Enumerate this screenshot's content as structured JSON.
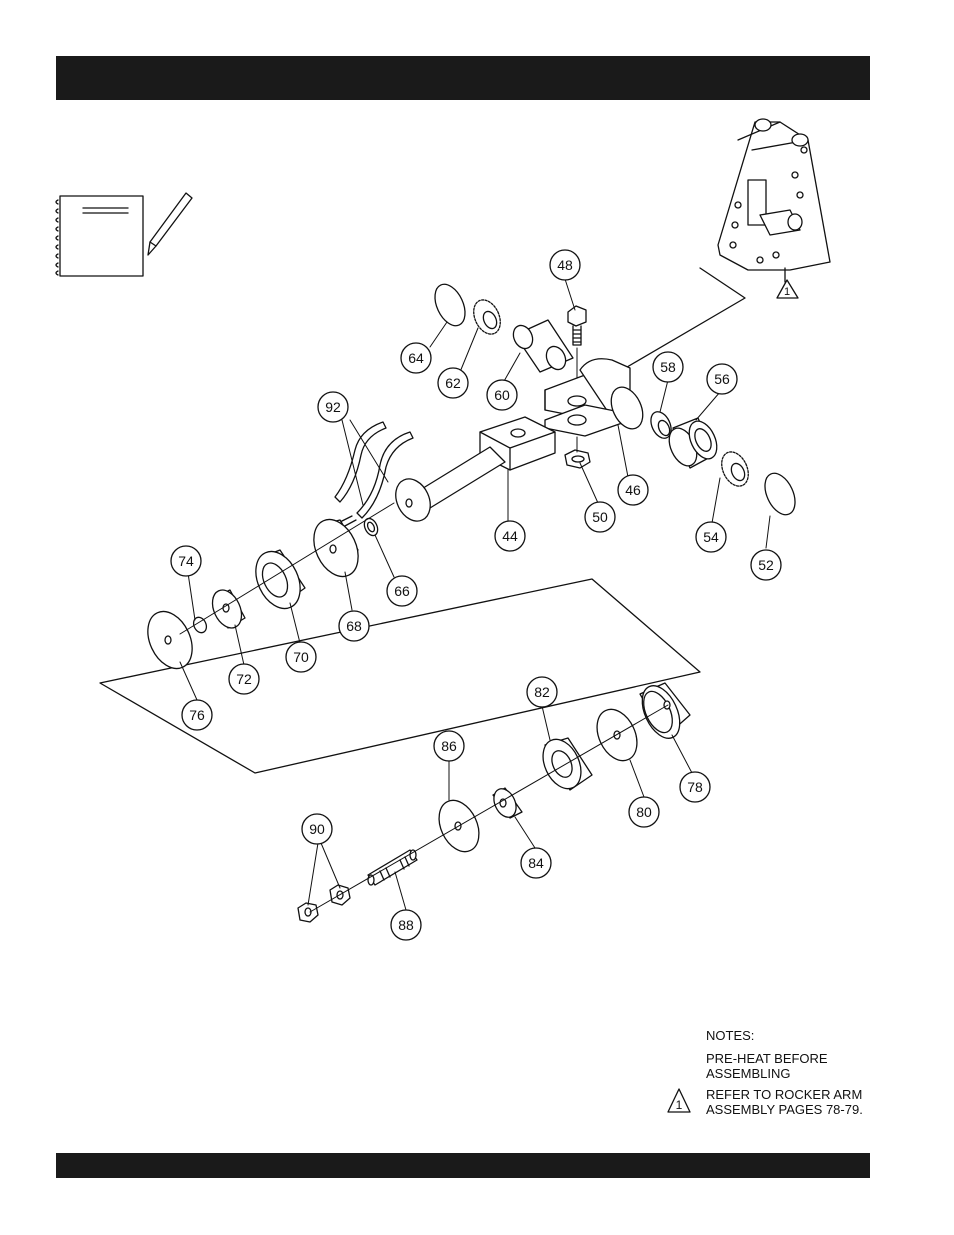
{
  "callouts": [
    {
      "id": "c48",
      "label": "48"
    },
    {
      "id": "c64",
      "label": "64"
    },
    {
      "id": "c62",
      "label": "62"
    },
    {
      "id": "c60",
      "label": "60"
    },
    {
      "id": "c58",
      "label": "58"
    },
    {
      "id": "c56",
      "label": "56"
    },
    {
      "id": "c92",
      "label": "92"
    },
    {
      "id": "c46",
      "label": "46"
    },
    {
      "id": "c44",
      "label": "44"
    },
    {
      "id": "c50",
      "label": "50"
    },
    {
      "id": "c54",
      "label": "54"
    },
    {
      "id": "c52",
      "label": "52"
    },
    {
      "id": "c74",
      "label": "74"
    },
    {
      "id": "c66",
      "label": "66"
    },
    {
      "id": "c68",
      "label": "68"
    },
    {
      "id": "c70",
      "label": "70"
    },
    {
      "id": "c72",
      "label": "72"
    },
    {
      "id": "c76",
      "label": "76"
    },
    {
      "id": "c82",
      "label": "82"
    },
    {
      "id": "c86",
      "label": "86"
    },
    {
      "id": "c78",
      "label": "78"
    },
    {
      "id": "c80",
      "label": "80"
    },
    {
      "id": "c84",
      "label": "84"
    },
    {
      "id": "c90",
      "label": "90"
    },
    {
      "id": "c88",
      "label": "88"
    }
  ],
  "triangle_marker": "1",
  "notes": {
    "header": "NOTES:",
    "preheat_line1": "PRE-HEAT BEFORE",
    "preheat_line2": "ASSEMBLING",
    "ref_marker": "1",
    "ref_line1": "REFER TO ROCKER ARM",
    "ref_line2": "ASSEMBLY PAGES 78-79."
  },
  "colors": {
    "bar": "#1a1a1a",
    "line": "#111111"
  }
}
